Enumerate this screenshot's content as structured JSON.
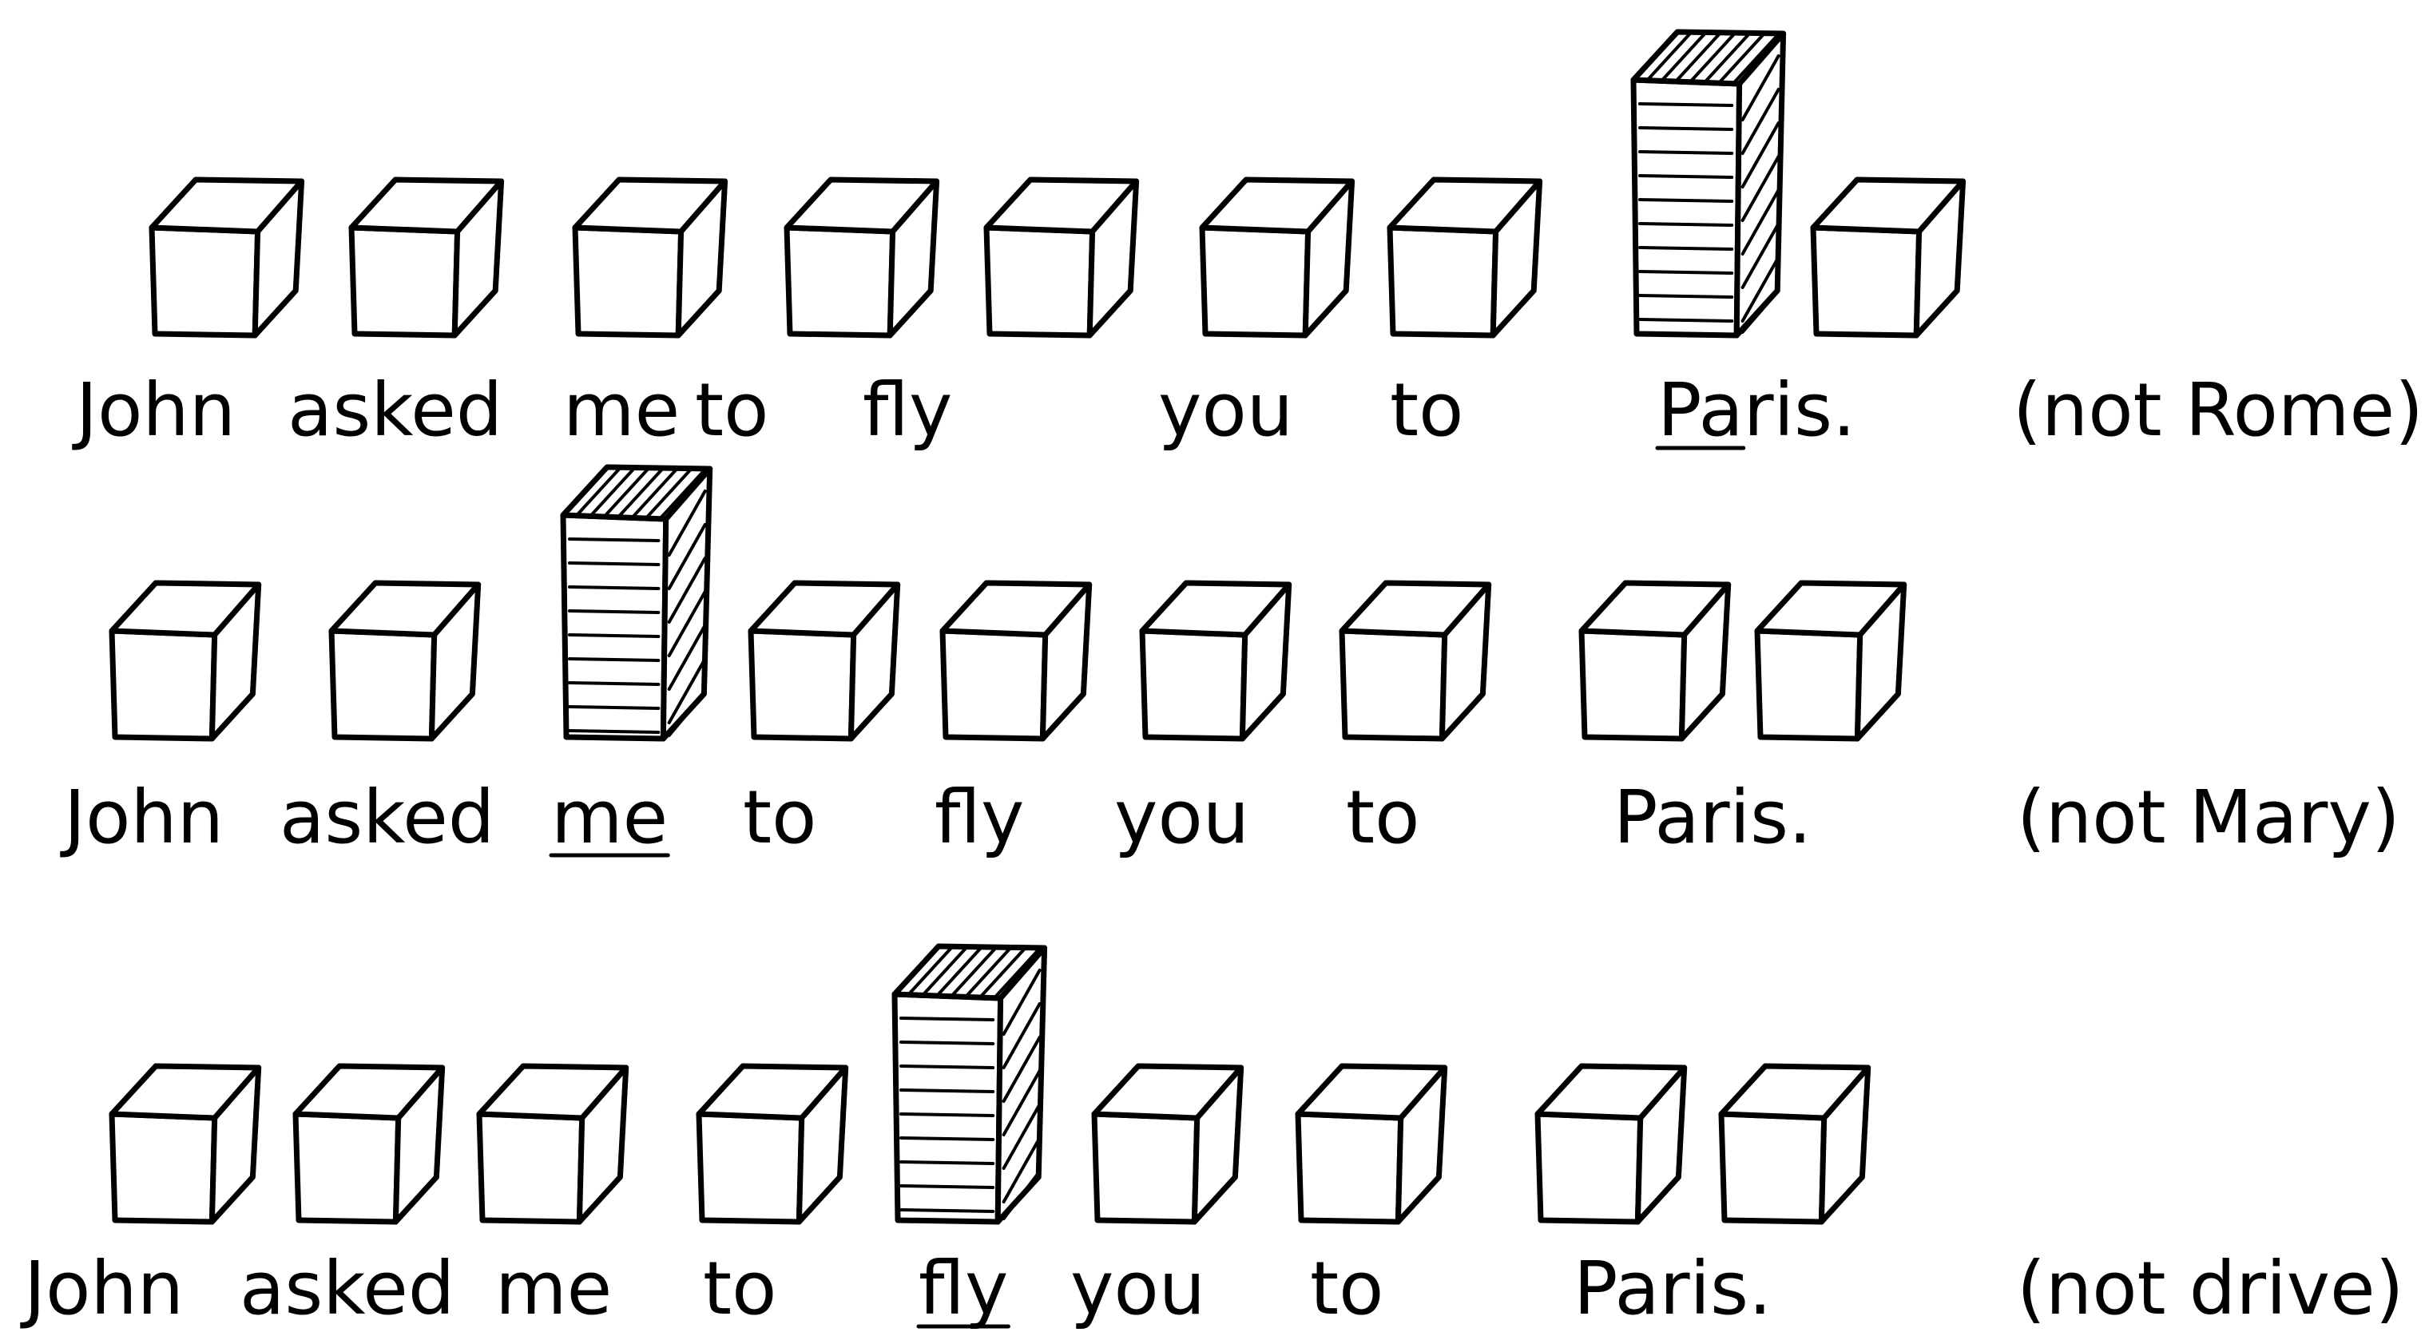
{
  "rows": [
    {
      "words": [
        "John",
        "asked",
        "me",
        "to",
        "fly",
        "you",
        "to",
        "Paris."
      ],
      "stressed_index": 7,
      "underlined_text": "Pa",
      "note": "(not Rome)"
    },
    {
      "words": [
        "John",
        "asked",
        "me",
        "to",
        "fly",
        "you",
        "to",
        "Paris."
      ],
      "stressed_index": 2,
      "underlined_text": "me",
      "note": "(not Mary)"
    },
    {
      "words": [
        "John",
        "asked",
        "me",
        "to",
        "fly",
        "you",
        "to",
        "Paris."
      ],
      "stressed_index": 4,
      "underlined_text": "fly",
      "note": "(not drive)"
    }
  ],
  "colors": {
    "ink": "#000000",
    "background": "#ffffff"
  }
}
